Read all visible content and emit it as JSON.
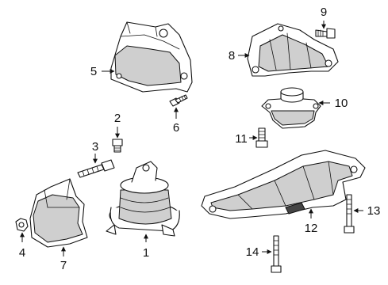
{
  "callouts": [
    {
      "id": "1",
      "label": "1"
    },
    {
      "id": "2",
      "label": "2"
    },
    {
      "id": "3",
      "label": "3"
    },
    {
      "id": "4",
      "label": "4"
    },
    {
      "id": "5",
      "label": "5"
    },
    {
      "id": "6",
      "label": "6"
    },
    {
      "id": "7",
      "label": "7"
    },
    {
      "id": "8",
      "label": "8"
    },
    {
      "id": "9",
      "label": "9"
    },
    {
      "id": "10",
      "label": "10"
    },
    {
      "id": "11",
      "label": "11"
    },
    {
      "id": "12",
      "label": "12"
    },
    {
      "id": "13",
      "label": "13"
    },
    {
      "id": "14",
      "label": "14"
    }
  ],
  "colors": {
    "line": "#111111",
    "fill": "#ffffff",
    "shade": "#cfcfcf"
  }
}
